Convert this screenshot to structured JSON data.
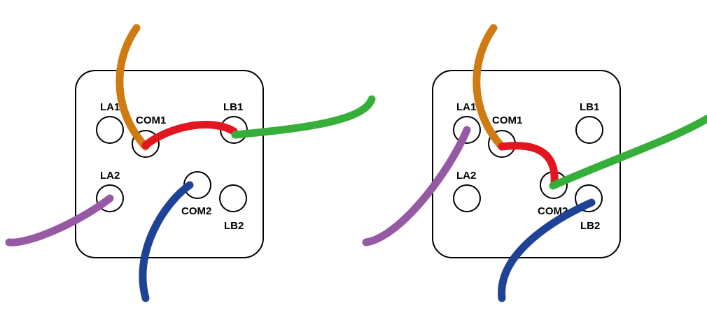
{
  "colors": {
    "orange": "#d07a12",
    "red": "#e3151f",
    "green": "#36ae3a",
    "purple": "#965aa5",
    "blue": "#1e4396"
  },
  "switches": [
    {
      "labels": {
        "la1": "LA1",
        "com1": "COM1",
        "lb1": "LB1",
        "la2": "LA2",
        "com2": "COM2",
        "lb2": "LB2"
      }
    },
    {
      "labels": {
        "la1": "LA1",
        "com1": "COM1",
        "lb1": "LB1",
        "la2": "LA2",
        "com2": "COM2",
        "lb2": "LB2"
      }
    }
  ]
}
